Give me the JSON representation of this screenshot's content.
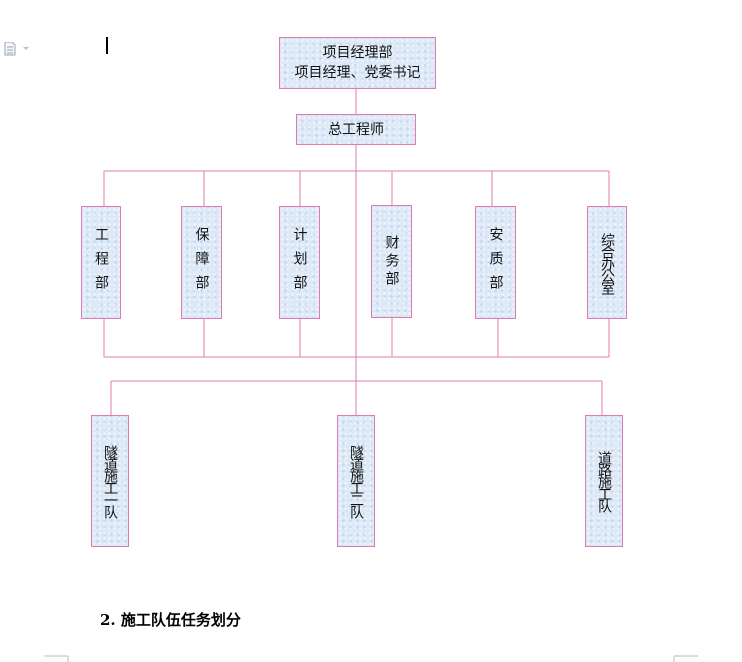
{
  "org": {
    "top": {
      "line1": "项目经理部",
      "line2": "项目经理、党委书记"
    },
    "chief": "总工程师",
    "departments": [
      "工程部",
      "保障部",
      "计划部",
      "财务部",
      "安质部",
      "综合办公室"
    ],
    "teams": [
      "隧道施工一队",
      "隧道施工二队",
      "道路施工队"
    ]
  },
  "section_heading": "2. 施工队伍任务划分",
  "colors": {
    "line": "#e07ab0",
    "box_fill": "#dde9f6"
  }
}
